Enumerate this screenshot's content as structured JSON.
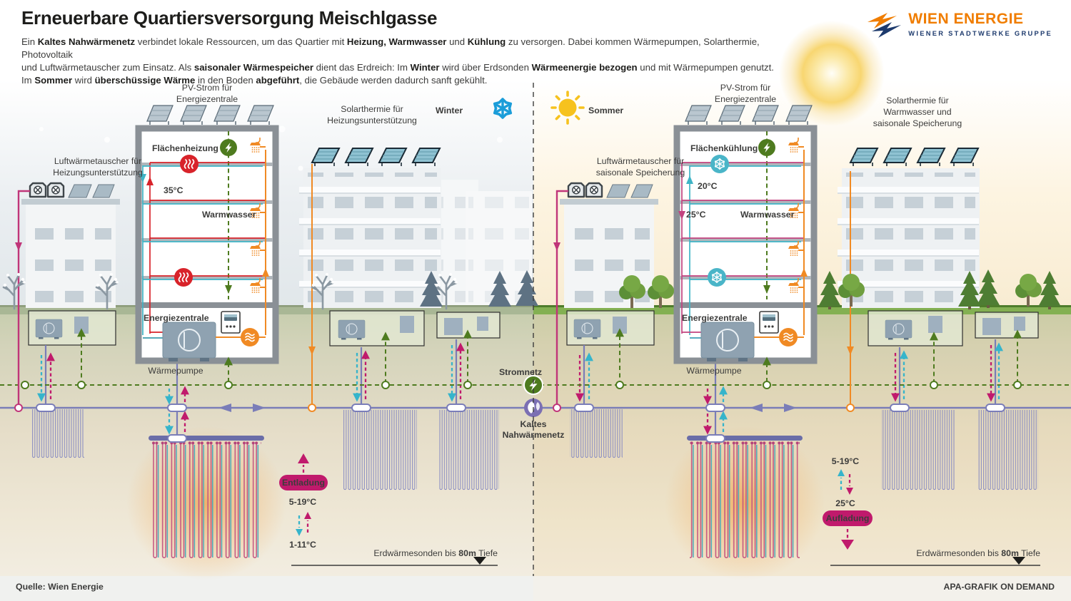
{
  "header": {
    "title": "Erneuerbare Quartiersversorgung Meischlgasse",
    "intro": {
      "l1a": "Ein ",
      "l1b": "Kaltes Nahwärmenetz",
      "l1c": " verbindet lokale Ressourcen, um das Quartier mit ",
      "l1d": "Heizung, Warmwasser",
      "l1e": " und ",
      "l1f": "Kühlung",
      "l1g": " zu versorgen. Dabei kommen Wärmepumpen, Solarthermie, Photovoltaik",
      "l2a": "und Luftwärmetauscher zum Einsatz. Als ",
      "l2b": "saisonaler Wärmespeicher",
      "l2c": " dient das Erdreich: Im ",
      "l2d": "Winter",
      "l2e": " wird über Erdsonden ",
      "l2f": "Wärmeenergie bezogen",
      "l2g": " und mit Wärmepumpen genutzt.",
      "l3a": "Im ",
      "l3b": "Sommer",
      "l3c": " wird ",
      "l3d": "überschüssige Wärme",
      "l3e": " in den Boden ",
      "l3f": "abgeführt",
      "l3g": ", die Gebäude werden dadurch sanft gekühlt."
    },
    "logo": {
      "brand": "WIEN ENERGIE",
      "group": "WIENER STADTWERKE GRUPPE"
    }
  },
  "seasons": {
    "winter": "Winter",
    "summer": "Sommer"
  },
  "networks": {
    "power": "Stromnetz",
    "cold_line1": "Kaltes",
    "cold_line2": "Nahwärmenetz"
  },
  "winter": {
    "air_exchanger_label1": "Luftwärmetauscher für",
    "air_exchanger_label2": "Heizungsunterstützung",
    "pv_label1": "PV-Strom für",
    "pv_label2": "Energiezentrale",
    "solar_label1": "Solarthermie für",
    "solar_label2": "Heizungsunterstützung",
    "floor_system": "Flächenheizung",
    "flow_temp": "35°C",
    "hot_water": "Warmwasser",
    "energy_center": "Energiezentrale",
    "heat_pump": "Wärmepumpe",
    "badge": "Entladung",
    "ground_temp": "5-19°C",
    "network_temp": "1-11°C",
    "probe_text": "Erdwärmesonden bis ",
    "probe_depth": "80m",
    "probe_suffix": " Tiefe"
  },
  "summer": {
    "air_exchanger_label1": "Luftwärmetauscher für",
    "air_exchanger_label2": "saisonale Speicherung",
    "pv_label1": "PV-Strom für",
    "pv_label2": "Energiezentrale",
    "solar_label1": "Solarthermie für",
    "solar_label2": "Warmwasser und",
    "solar_label3": "saisonale Speicherung",
    "floor_system": "Flächenkühlung",
    "room_temp": "20°C",
    "inject_temp": "25°C",
    "hot_water": "Warmwasser",
    "energy_center": "Energiezentrale",
    "heat_pump": "Wärmepumpe",
    "ground_temp": "5-19°C",
    "charge_temp": "25°C",
    "badge": "Aufladung",
    "probe_text": "Erdwärmesonden bis ",
    "probe_depth": "80m",
    "probe_suffix": " Tiefe"
  },
  "footer": {
    "source": "Quelle: Wien Energie",
    "credit": "APA-GRAFIK ON DEMAND"
  },
  "colors": {
    "brand_orange": "#F07D00",
    "logo_navy": "#1D3A6D",
    "winter_blue": "#1B9DD9",
    "summer_yellow": "#F5C21C",
    "heating_red": "#D8232A",
    "hot_water_orange": "#F08A24",
    "cooling_cyan": "#35B4CB",
    "charge_magenta": "#C01A6C",
    "power_green": "#4E7B1F",
    "cold_network_purple": "#7A7DB8"
  },
  "icons": {
    "winter": "snowflake-icon",
    "summer": "sun-icon",
    "power_network": "lightning-bolt-icon",
    "cold_network": "leaf-icon",
    "floor_heating": "heat-coil-icon",
    "floor_cooling": "snowflake-icon",
    "hot_water": "shower-icon",
    "electricity_meter": "meter-icon",
    "heat_pump": "compressor-icon",
    "air_exchanger": "fan-icon"
  }
}
